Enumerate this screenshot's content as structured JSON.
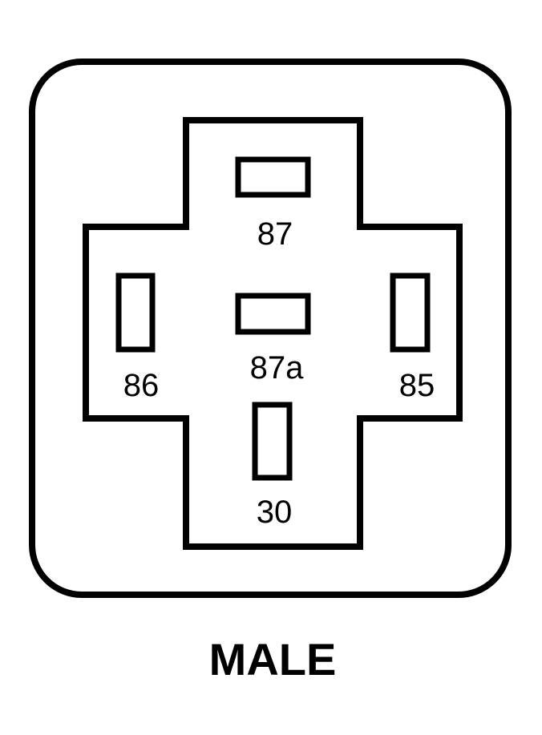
{
  "diagram": {
    "caption": "MALE",
    "pins": [
      {
        "id": "87",
        "label": "87"
      },
      {
        "id": "87a",
        "label": "87a"
      },
      {
        "id": "86",
        "label": "86"
      },
      {
        "id": "85",
        "label": "85"
      },
      {
        "id": "30",
        "label": "30"
      }
    ]
  },
  "colors": {
    "stroke": "#000000",
    "background": "#ffffff"
  }
}
